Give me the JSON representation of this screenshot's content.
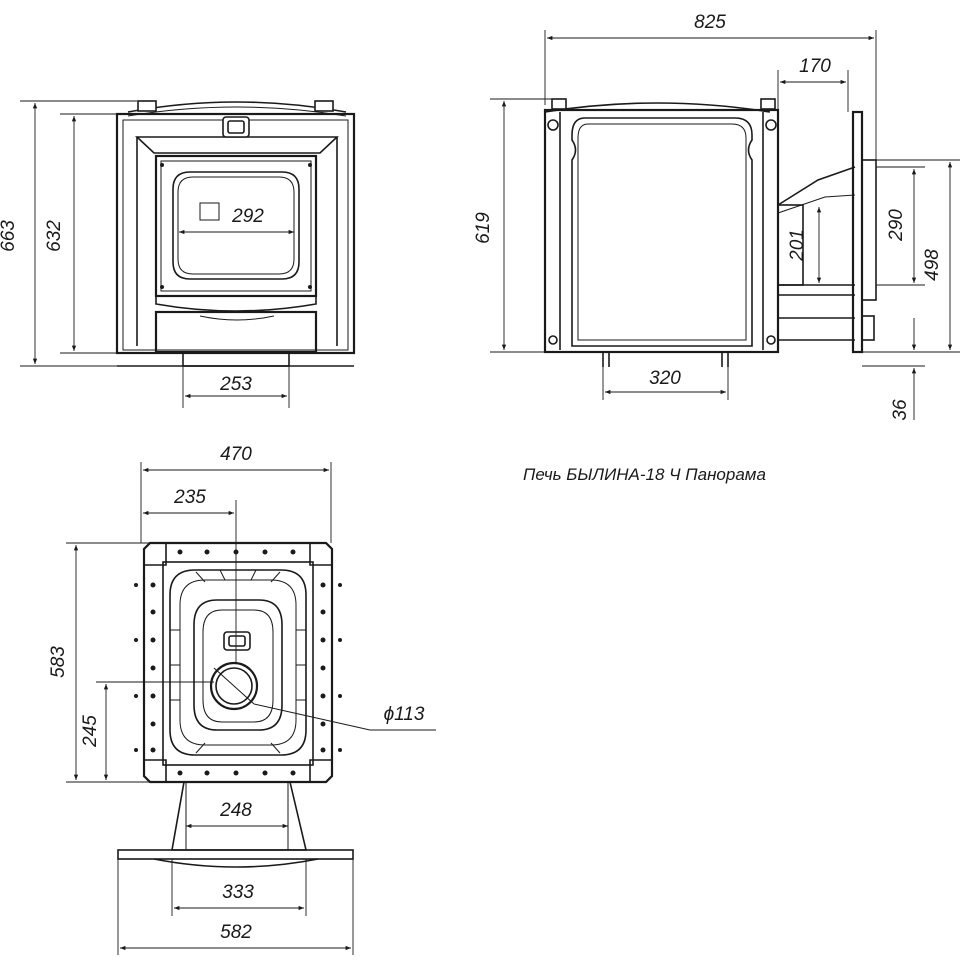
{
  "title": "Печь БЫЛИНА-18 Ч Панорама",
  "front_view": {
    "dims": {
      "total_height": "663",
      "body_height": "632",
      "glass": "292",
      "chimney": "253"
    }
  },
  "side_view": {
    "dims": {
      "depth": "825",
      "tunnel": "170",
      "height": "619",
      "lattice_width": "320",
      "door_opening": "201",
      "door_height": "290",
      "tunnel_height": "498",
      "base": "36"
    }
  },
  "top_view": {
    "dims": {
      "width": "470",
      "half_width": "235",
      "length": "583",
      "flue_offset": "245",
      "flue_diameter": "ϕ113",
      "tunnel_width": "248",
      "frame_inner": "333",
      "frame_outer": "582"
    }
  }
}
